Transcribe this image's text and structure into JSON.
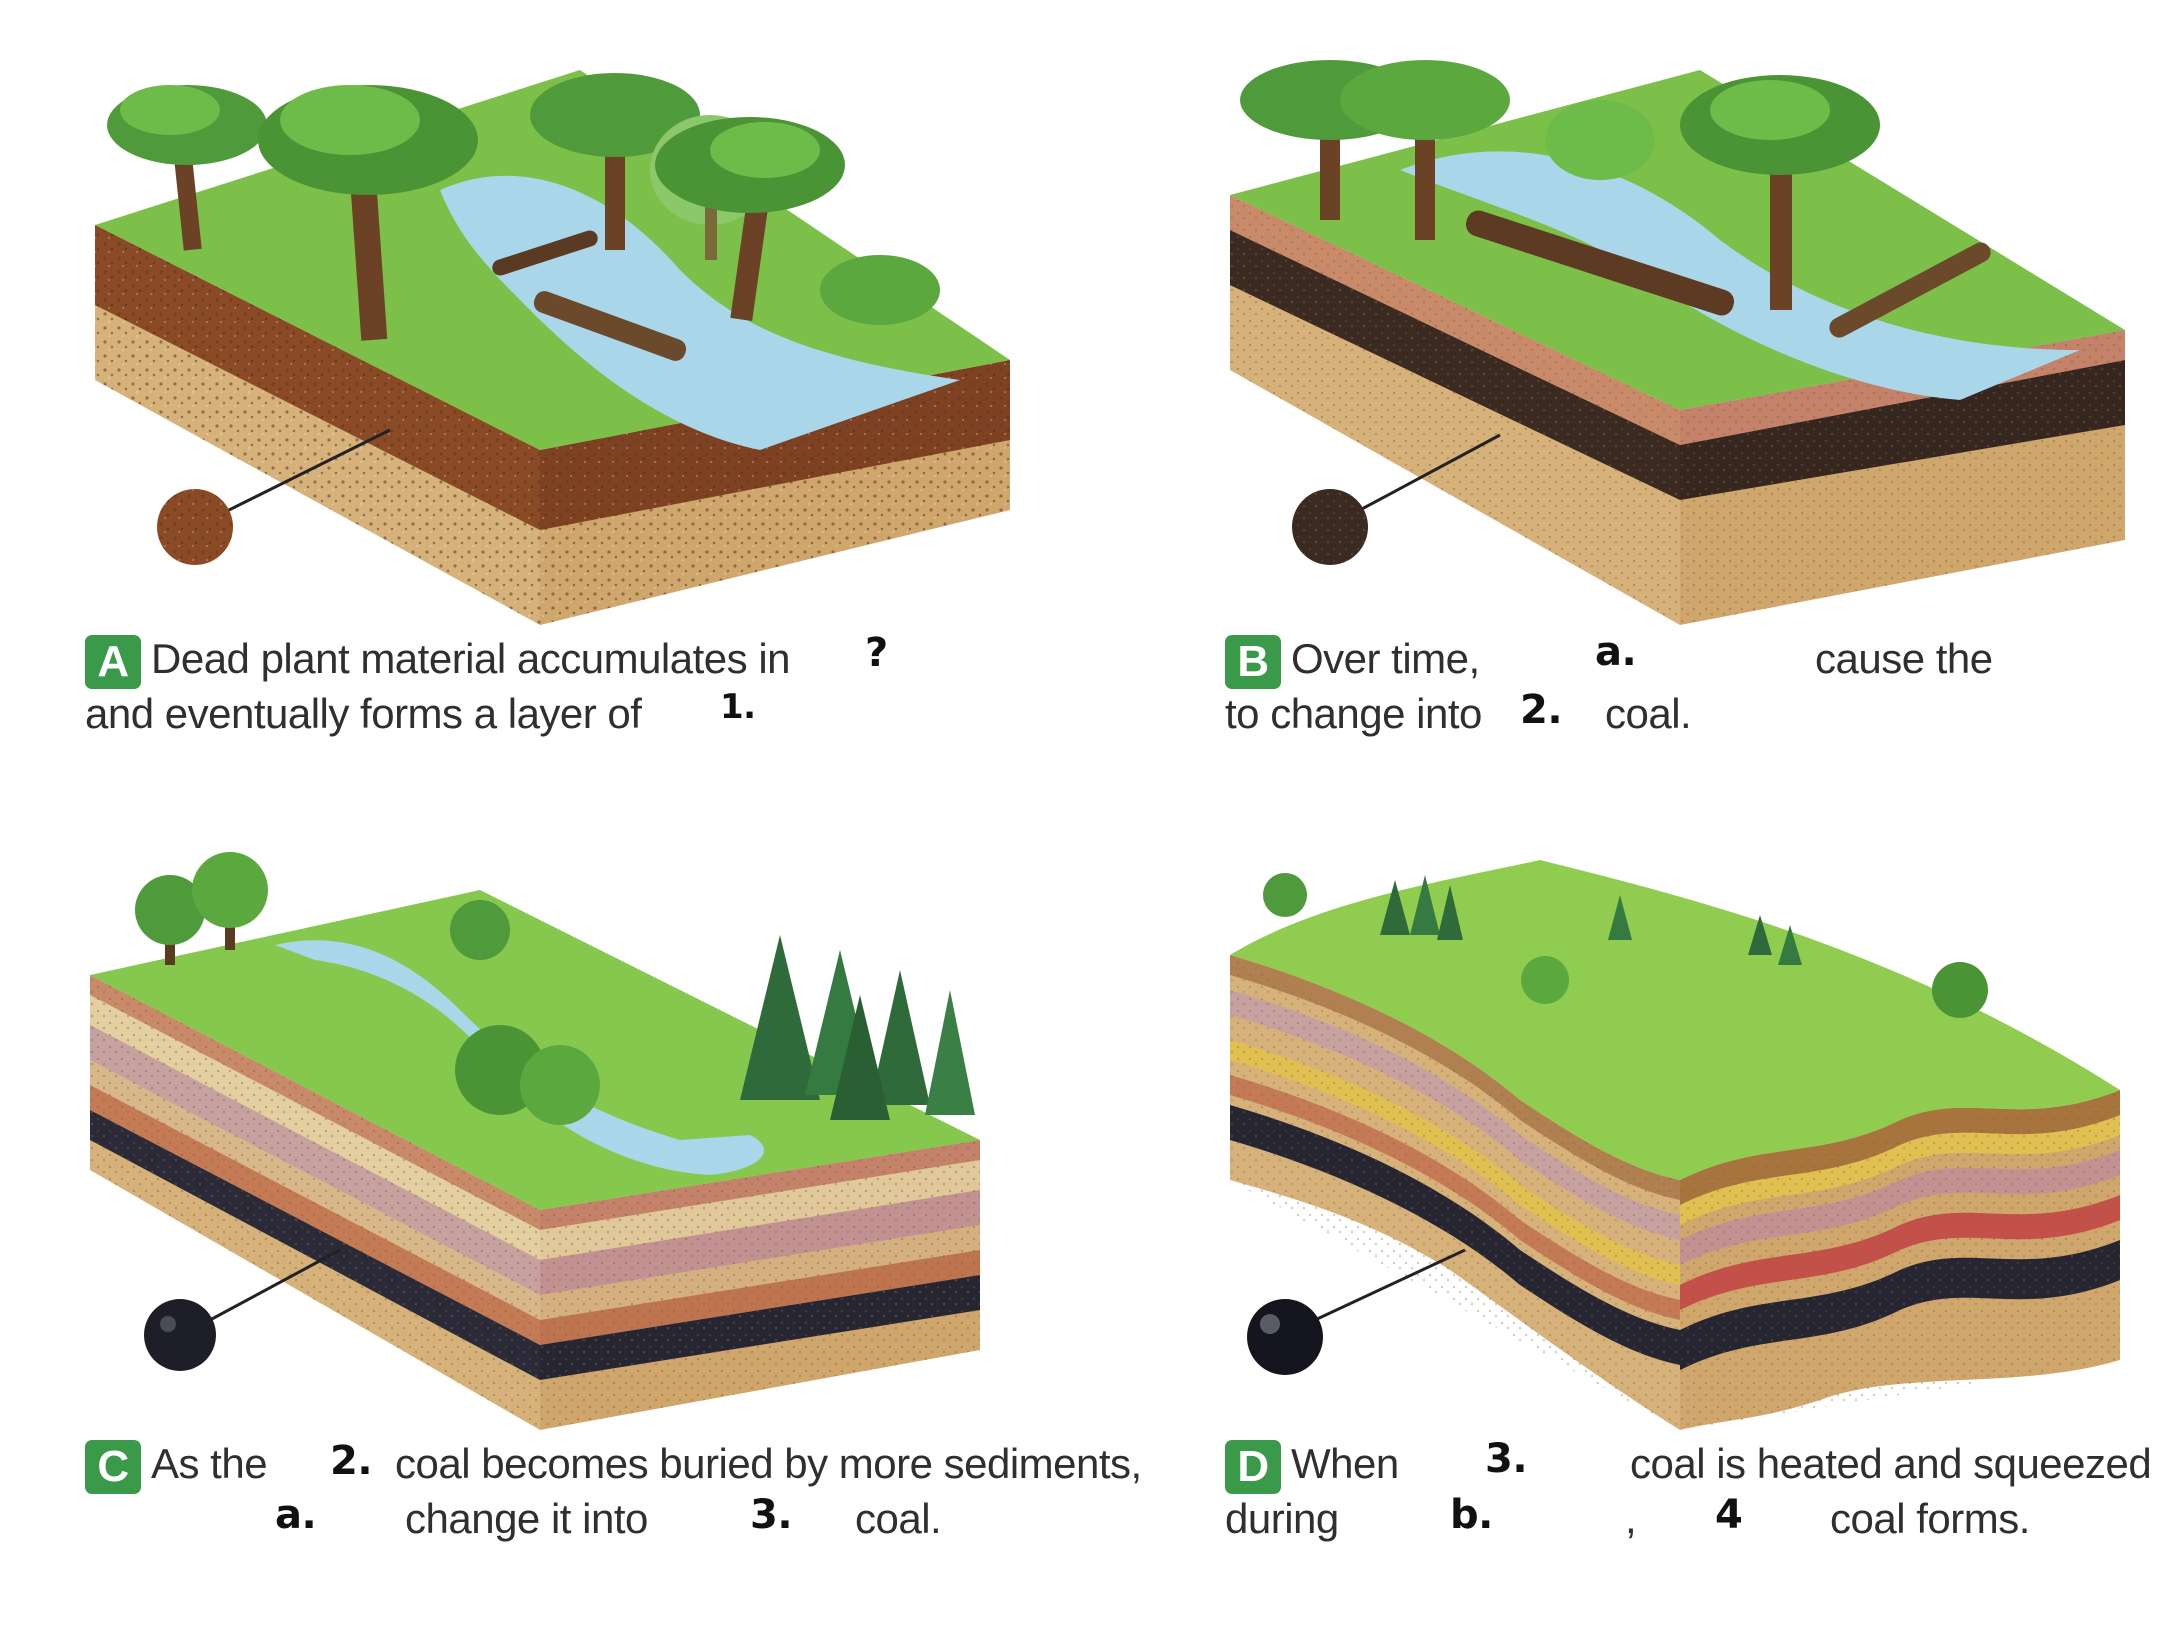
{
  "panels": {
    "a": {
      "badge": "A",
      "line1": "Dead plant material accumulates in",
      "line2": "and eventually forms a layer of",
      "marks": [
        "?",
        "1."
      ]
    },
    "b": {
      "badge": "B",
      "line1a": "Over time,",
      "line1b": "cause the",
      "line2a": "to change into",
      "line2b": "coal.",
      "marks": [
        "a.",
        "2."
      ]
    },
    "c": {
      "badge": "C",
      "line1a": "As the",
      "line1b": "coal becomes buried by more sediments,",
      "line2a": "change it into",
      "line2b": "coal.",
      "marks": [
        "2.",
        "a.",
        "3."
      ]
    },
    "d": {
      "badge": "D",
      "line1a": "When",
      "line1b": "coal is heated and squeezed",
      "line2a": "during",
      "line2b": ",",
      "line2c": "coal forms.",
      "marks": [
        "3.",
        "b.",
        "4"
      ]
    }
  },
  "colors": {
    "badge": "#3a9a4a",
    "grass": "#7cc04a",
    "water": "#a9d6e8",
    "peat": "#8a4a25",
    "lignite": "#3b2a22",
    "coal": "#2a2a38",
    "sand": "#d9b57a",
    "clay": "#c98a6a",
    "pink": "#c7a0a0"
  },
  "icons": [
    "peat-sample-icon",
    "lignite-sample-icon",
    "bituminous-sample-icon",
    "anthracite-sample-icon",
    "palm-tree-icon",
    "fern-icon",
    "broadleaf-tree-icon",
    "conifer-tree-icon"
  ]
}
